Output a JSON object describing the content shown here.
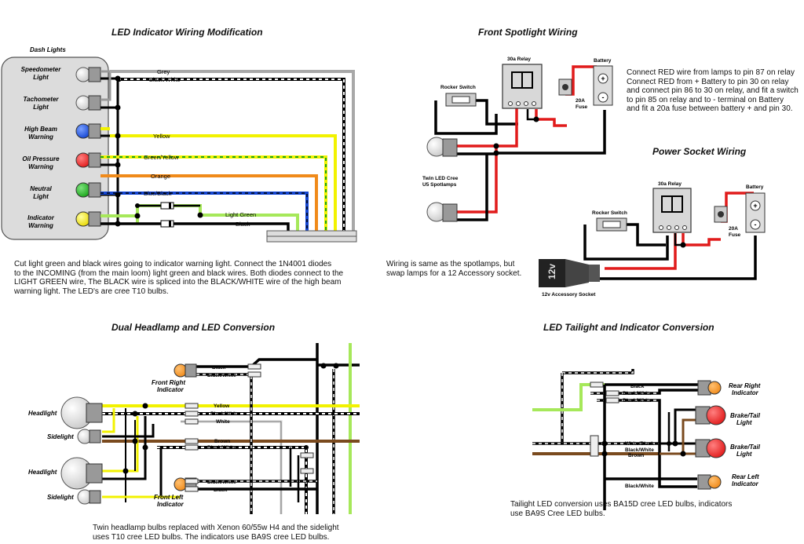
{
  "sections": {
    "led_indicator": {
      "title": "LED Indicator Wiring Modification",
      "panel_label": "Dash Lights",
      "lights": [
        "Speedometer Light",
        "Tachometer Light",
        "High Beam Warning",
        "Oil Pressure Warning",
        "Neutral Light",
        "Indicator Warning"
      ],
      "wires": [
        "Grey",
        "Black/White",
        "Yellow",
        "Green/Yellow",
        "Orange",
        "Blue/Black",
        "Light Green",
        "Black"
      ],
      "description": "Cut light green and black wires going to indicator warning light. Connect the 1N4001 diodes\nto the INCOMING (from the main loom) light green and black wires. Both diodes connect to the\nLIGHT GREEN wire, The BLACK wire is spliced into the BLACK/WHITE wire of the high beam\nwarning light. The LED's are cree T10 bulbs."
    },
    "front_spotlight": {
      "title": "Front Spotlight Wiring",
      "relay": "30a Relay",
      "battery": "Battery",
      "rocker": "Rocker Switch",
      "fuse": "20A Fuse",
      "lamps": "Twin LED Cree U5 Spotlamps",
      "description": "Connect RED wire from lamps to pin 87 on relay\nConnect RED from + Battery to pin 30 on relay\nand connect pin 86 to 30 on relay, and fit a switch\nto pin 85 on relay and to - terminal on Battery\nand fit a 20a fuse between battery + and pin 30."
    },
    "power_socket": {
      "title": "Power Socket Wiring",
      "relay": "30a Relay",
      "battery": "Battery",
      "rocker": "Rocker Switch",
      "fuse": "20A Fuse",
      "socket_text": "12v",
      "socket_label": "12v Accessory Socket",
      "description": "Wiring is same as the spotlamps, but\nswap lamps for a 12 Accessory socket."
    },
    "dual_headlamp": {
      "title": "Dual Headlamp and LED Conversion",
      "labels": {
        "headlight": "Headlight",
        "sidelight": "Sidelight",
        "front_right": "Front Right Indicator",
        "front_left": "Front Left Indicator"
      },
      "wires": [
        "Black",
        "Black/White",
        "Yellow",
        "Black/White",
        "White",
        "Brown",
        "Black/White",
        "Black/White",
        "Black"
      ],
      "description": "Twin headlamp bulbs replaced with Xenon 60/55w H4 and the sidelight\nuses T10 cree LED bulbs. The indicators use BA9S cree LED bulbs."
    },
    "tailight": {
      "title": "LED Tailight and Indicator Conversion",
      "labels": {
        "rear_right": "Rear Right Indicator",
        "brake1": "Brake/Tail Light",
        "brake2": "Brake/Tail Light",
        "rear_left": "Rear Left Indicator"
      },
      "wires": [
        "Black",
        "Black/White",
        "Black/White",
        "White/Black",
        "Black/White",
        "Brown",
        "Black/White"
      ],
      "description": "Tailight LED conversion uses BA15D cree LED bulbs, indicators\nuse BA9S Cree LED bulbs."
    }
  },
  "colors": {
    "red": "#e11b1b",
    "yellow": "#f2f200",
    "orange": "#f08a1a",
    "green": "#1aa51a",
    "blue": "#1446d2",
    "lightgreen": "#a6e85a",
    "brown": "#7a4a1e",
    "grey": "#a8a8a8"
  }
}
